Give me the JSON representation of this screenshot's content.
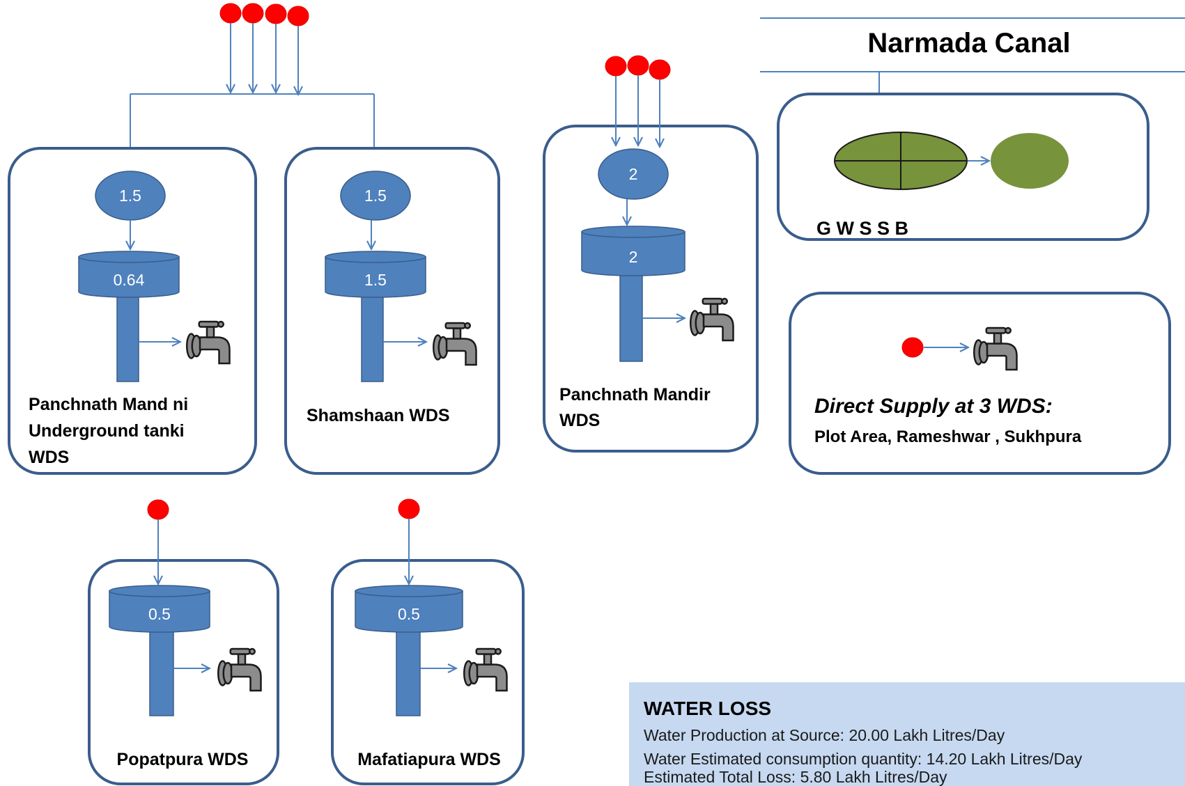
{
  "colors": {
    "box_border": "#3a5d8c",
    "shape_fill": "#4f81bd",
    "shape_border": "#385d8a",
    "arrow": "#4f81bd",
    "source_dot": "#ff0000",
    "treatment_fill": "#77933c",
    "loss_panel": "#c6d9f1"
  },
  "icons": [
    "faucet-icon",
    "source-dot"
  ],
  "canal": {
    "title": "Narmada Canal"
  },
  "gwssb": {
    "label": "G W S S B"
  },
  "direct_supply": {
    "heading": "Direct Supply at 3 WDS:",
    "areas": "Plot Area, Rameshwar , Sukhpura"
  },
  "stations": {
    "panchnath_mand": {
      "name": [
        "Panchnath Mand ni",
        "Underground tanki",
        "WDS"
      ],
      "source_value": "1.5",
      "tank_value": "0.64"
    },
    "shamshaan": {
      "name": [
        "Shamshaan WDS"
      ],
      "source_value": "1.5",
      "tank_value": "1.5"
    },
    "panchnath_mandir": {
      "name": [
        "Panchnath Mandir",
        "WDS"
      ],
      "source_value": "2",
      "tank_value": "2"
    },
    "popatpura": {
      "name": [
        "Popatpura WDS"
      ],
      "tank_value": "0.5"
    },
    "mafatiapura": {
      "name": [
        "Mafatiapura WDS"
      ],
      "tank_value": "0.5"
    }
  },
  "water_loss": {
    "heading": "WATER LOSS",
    "lines": [
      "Water Production at Source: 20.00 Lakh Litres/Day",
      "Water Estimated consumption quantity: 14.20 Lakh Litres/Day",
      "Estimated Total Loss: 5.80 Lakh Litres/Day"
    ]
  }
}
